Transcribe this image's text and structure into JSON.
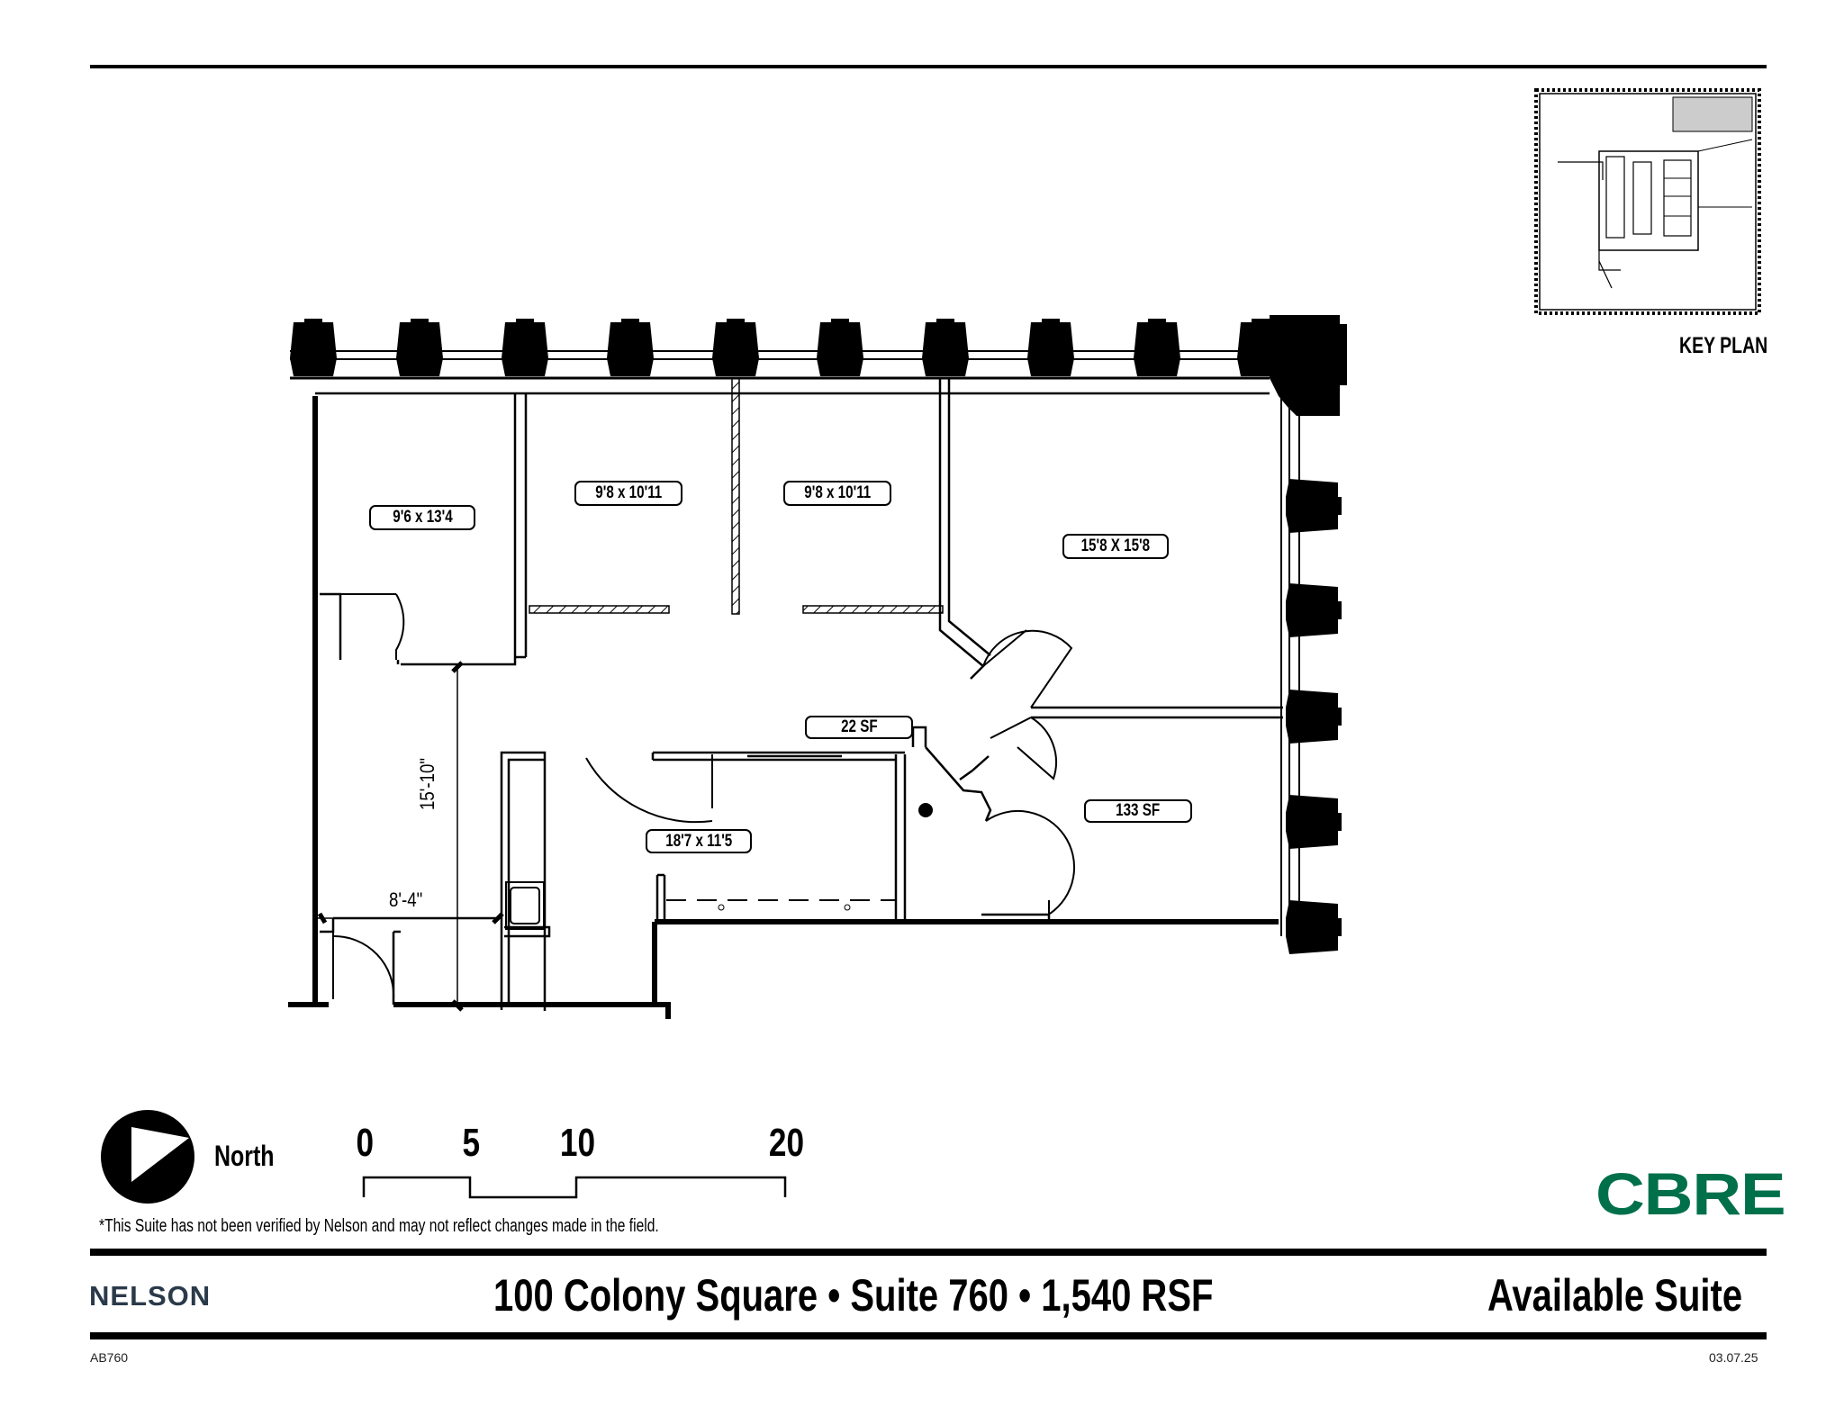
{
  "rooms": [
    {
      "id": "office-a",
      "label": "9'6 x 13'4"
    },
    {
      "id": "office-b",
      "label": "9'8 x 10'11"
    },
    {
      "id": "office-c",
      "label": "9'8 x 10'11"
    },
    {
      "id": "office-d",
      "label": "15'8 X 15'8"
    },
    {
      "id": "closet",
      "label": "22 SF"
    },
    {
      "id": "room-e",
      "label": "133 SF"
    },
    {
      "id": "break-room",
      "label": "18'7 x 11'5"
    }
  ],
  "dimensions": {
    "vertical": "15'-10\"",
    "horizontal": "8'-4\""
  },
  "key_plan": {
    "label": "KEY PLAN"
  },
  "north": {
    "label": "North"
  },
  "scale_bar": {
    "ticks": [
      "0",
      "5",
      "10",
      "20"
    ]
  },
  "disclaimer": "*This Suite has not been verified by Nelson and may not reflect changes made in the field.",
  "brand": {
    "left_logo": "NELSON",
    "right_logo": "CBRE",
    "cbre_color": "#00704A",
    "nelson_color": "#2b3a4a"
  },
  "footer": {
    "title": "100 Colony Square • Suite 760 • 1,540 RSF",
    "status": "Available Suite",
    "code": "AB760",
    "date": "03.07.25"
  }
}
